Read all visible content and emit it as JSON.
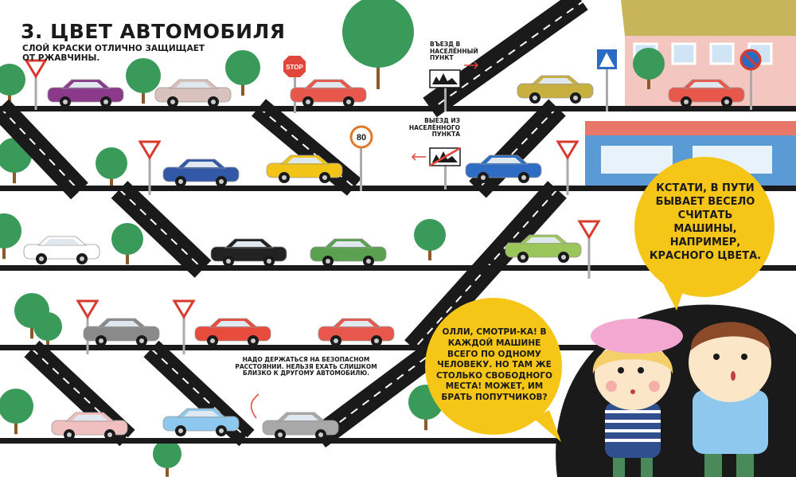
{
  "header": {
    "title": "3. ЦВЕТ АВТОМОБИЛЯ",
    "subtitle": "СЛОЙ КРАСКИ ОТЛИЧНО ЗАЩИЩАЕТ ОТ РЖАВЧИНЫ."
  },
  "signs": {
    "entry_label": "ВЪЕЗД В НАСЕЛЁННЫЙ ПУНКТ",
    "exit_label": "ВЫЕЗД ИЗ НАСЕЛЁННОГО ПУНКТА",
    "stop_text": "STOP",
    "speed_text": "80"
  },
  "note": {
    "distance": "НАДО ДЕРЖАТЬСЯ НА БЕЗОПАСНОМ РАССТОЯНИИ. НЕЛЬЗЯ ЕХАТЬ СЛИШКОМ БЛИЗКО К ДРУГОМУ АВТОМОБИЛЮ."
  },
  "bubbles": {
    "boy": "КСТАТИ, В ПУТИ БЫВАЕТ ВЕСЕЛО СЧИТАТЬ МАШИНЫ, НАПРИМЕР, КРАСНОГО ЦВЕТА.",
    "girl": "ОЛЛИ, СМОТРИ-КА! В КАЖДОЙ МАШИНЕ ВСЕГО ПО ОДНОМУ ЧЕЛОВЕКУ. НО ТАМ ЖЕ СТОЛЬКО СВОБОДНОГО МЕСТА! МОЖЕТ, ИМ БРАТЬ ПОПУТЧИКОВ?"
  },
  "colors": {
    "road": "#1a1a1a",
    "tree": "#3a9a5a",
    "bubble": "#f5c518",
    "house_pink": "#f4c6c0",
    "shop_blue": "#5b9bd5"
  },
  "cars": [
    {
      "color": "#8b3a8b"
    },
    {
      "color": "#d9c2bd"
    },
    {
      "color": "#e8574c"
    },
    {
      "color": "#c8b040"
    },
    {
      "color": "#e8574c"
    },
    {
      "color": "#3458a8"
    },
    {
      "color": "#f2c418"
    },
    {
      "color": "#2f6cc4"
    },
    {
      "color": "#ffffff"
    },
    {
      "color": "#222222"
    },
    {
      "color": "#5aa050"
    },
    {
      "color": "#9ac65a"
    },
    {
      "color": "#8a8a8a"
    },
    {
      "color": "#e84c3c"
    },
    {
      "color": "#e8574c"
    },
    {
      "color": "#f0c0c0"
    },
    {
      "color": "#8ec8ee"
    },
    {
      "color": "#a8a8a8"
    }
  ]
}
